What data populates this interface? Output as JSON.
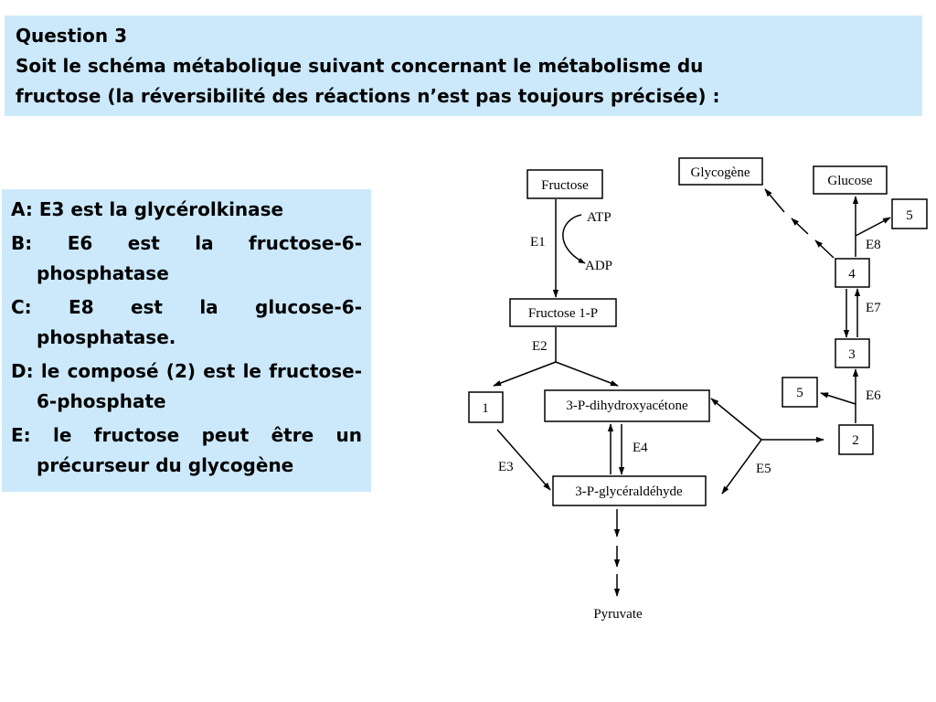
{
  "question": {
    "title": "Question 3",
    "line1": "Soit le schéma métabolique suivant concernant le métabolisme du",
    "line2": "fructose (la réversibilité des réactions n’est pas toujours précisée) :"
  },
  "answers": [
    {
      "letter": "A:",
      "text": "E3 est la glycérolkinase"
    },
    {
      "letter": "B:",
      "text": "E6 est la fructose-6-phosphatase"
    },
    {
      "letter": "C:",
      "text": "E8 est la glucose-6-phosphatase."
    },
    {
      "letter": "D:",
      "text": "le composé (2) est le fructose-6-phosphate"
    },
    {
      "letter": "E:",
      "text": "le fructose peut être un précurseur du glycogène"
    }
  ],
  "diagram": {
    "nodes": {
      "fructose": "Fructose",
      "fructose1p": "Fructose 1-P",
      "dhap": "3-P-dihydroxyacétone",
      "g3p": "3-P-glycéraldéhyde",
      "pyruvate": "Pyruvate",
      "n1": "1",
      "n2": "2",
      "n3": "3",
      "n4": "4",
      "n5a": "5",
      "n5b": "5",
      "glycogene": "Glycogène",
      "glucose": "Glucose"
    },
    "cofactors": {
      "atp": "ATP",
      "adp": "ADP"
    },
    "enzymes": {
      "e1": "E1",
      "e2": "E2",
      "e3": "E3",
      "e4": "E4",
      "e5": "E5",
      "e6": "E6",
      "e7": "E7",
      "e8": "E8"
    }
  }
}
